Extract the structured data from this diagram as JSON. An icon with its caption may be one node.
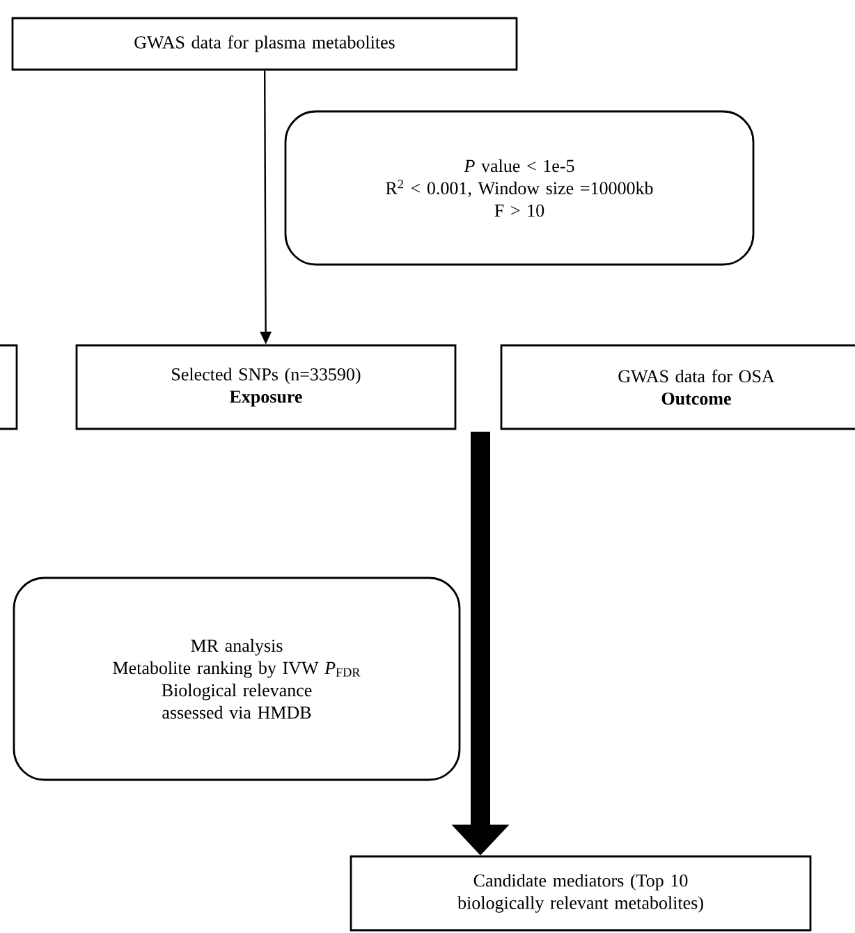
{
  "diagram": {
    "nodes": [
      {
        "text": [
          "GWAS data for plasma metabolites"
        ]
      },
      {
        "text": [
          "*P* value < 1e-5",
          "R$^{2}$ < 0.001, Window size =10000kb",
          "F > 10"
        ]
      },
      {
        "text": [],
        "shape": "box"
      },
      {
        "text": [
          "Selected SNPs (n=33590)",
          "Exposure"
        ]
      },
      {
        "text": [
          "GWAS data for OSA",
          "Outcome"
        ]
      },
      {
        "text": [
          "MR analysis",
          "Metabolite ranking by IVW *P*$_{FDR}$",
          "Biological relevance assessed via HMDB"
        ]
      },
      {
        "text": [
          "Candidate mediators (Top 10 biologically relevant metabolites)"
        ]
      }
    ],
    "edges": [
      {
        "from": 0,
        "to": 3,
        "arrow": "to"
      },
      {
        "from": null,
        "to": 6,
        "arrow": "to",
        "style": "thick"
      }
    ]
  }
}
